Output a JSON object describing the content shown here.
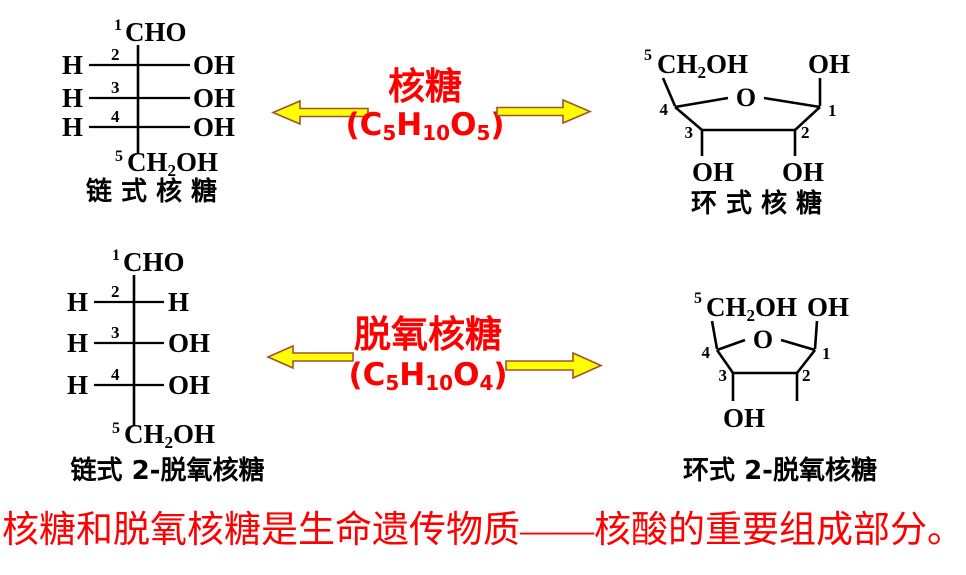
{
  "colors": {
    "red": "#fe0000",
    "black": "#000000",
    "arrow_fill": "#ffff00",
    "arrow_outline": "#a0522d"
  },
  "ribose": {
    "chain": {
      "c1_sup": "1",
      "c1_group": "CHO",
      "rows": [
        {
          "num": "2",
          "left": "H",
          "right": "OH"
        },
        {
          "num": "3",
          "left": "H",
          "right": "OH"
        },
        {
          "num": "4",
          "left": "H",
          "right": "OH"
        }
      ],
      "c5_sup": "5",
      "c5_pre": "CH",
      "c5_sub": "2",
      "c5_post": "OH",
      "caption": "链式核糖"
    },
    "center": {
      "name": "核糖",
      "formula": {
        "p1": "(C",
        "s1": "5",
        "p2": "H",
        "s2": "10",
        "p3": "O",
        "s3": "5",
        "p4": ")"
      }
    },
    "ring": {
      "c5_sup": "5",
      "c5_pre": "CH",
      "c5_sub": "2",
      "c5_post": "OH",
      "oh_top": "OH",
      "o": "O",
      "n1": "1",
      "n2": "2",
      "n3": "3",
      "n4": "4",
      "oh_c3": "OH",
      "oh_c2": "OH",
      "caption": "环式核糖"
    }
  },
  "deoxyribose": {
    "chain": {
      "c1_sup": "1",
      "c1_group": "CHO",
      "rows": [
        {
          "num": "2",
          "left": "H",
          "right": "H"
        },
        {
          "num": "3",
          "left": "H",
          "right": "OH"
        },
        {
          "num": "4",
          "left": "H",
          "right": "OH"
        }
      ],
      "c5_sup": "5",
      "c5_pre": "CH",
      "c5_sub": "2",
      "c5_post": "OH",
      "caption": "链式 2-脱氧核糖"
    },
    "center": {
      "name": "脱氧核糖",
      "formula": {
        "p1": "(C",
        "s1": "5",
        "p2": "H",
        "s2": "10",
        "p3": "O",
        "s3": "4",
        "p4": ")"
      }
    },
    "ring": {
      "c5_sup": "5",
      "c5_pre": "CH",
      "c5_sub": "2",
      "c5_post": "OH",
      "oh_top": "OH",
      "o": "O",
      "n1": "1",
      "n2": "2",
      "n3": "3",
      "n4": "4",
      "oh_c3": "OH",
      "caption": "环式 2-脱氧核糖"
    }
  },
  "footer": {
    "text": "核糖和脱氧核糖是生命遗传物质——核酸的重要组成部分。"
  }
}
